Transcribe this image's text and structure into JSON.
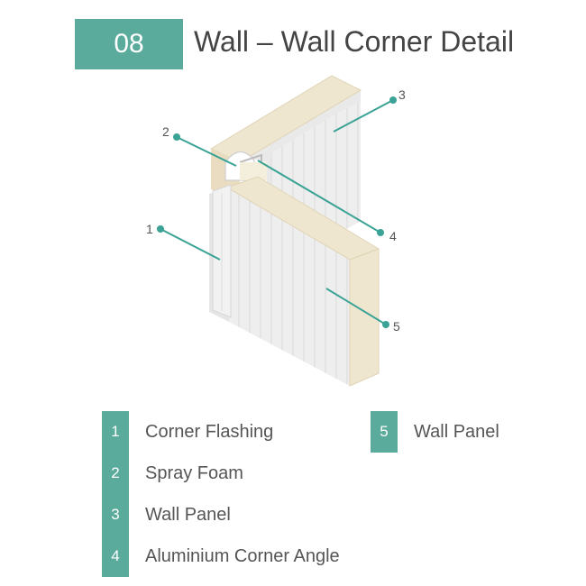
{
  "header": {
    "number": "08",
    "title": "Wall – Wall Corner Detail"
  },
  "callouts": [
    "1",
    "2",
    "3",
    "4",
    "5"
  ],
  "legend": [
    {
      "number": "1",
      "label": "Corner Flashing"
    },
    {
      "number": "2",
      "label": "Spray Foam"
    },
    {
      "number": "3",
      "label": "Wall Panel"
    },
    {
      "number": "4",
      "label": "Aluminium Corner Angle"
    },
    {
      "number": "5",
      "label": "Wall Panel"
    }
  ],
  "colors": {
    "accent": "#5aab9b",
    "panel_edge": "#efe6d0",
    "panel_face": "#eeeeee",
    "text": "#555555"
  }
}
